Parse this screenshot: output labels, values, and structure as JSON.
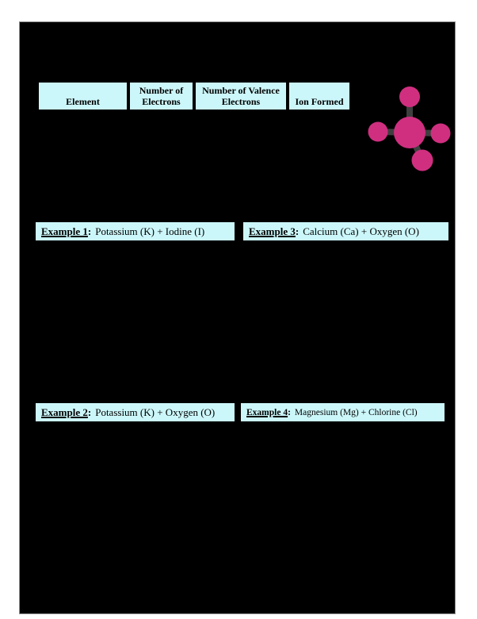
{
  "colors": {
    "page_background": "#000000",
    "canvas_background": "#ffffff",
    "header_cell_fill": "#ccf7fa",
    "example_box_fill": "#ccf7fa",
    "border_color": "#000000",
    "molecule_atom_pink": "#d02f80",
    "molecule_bond_gray": "#3f3f3f"
  },
  "icons": {
    "molecule": "ball-and-stick-molecule-icon"
  },
  "table": {
    "headers": [
      "Element",
      "Number of Electrons",
      "Number of Valence Electrons",
      "Ion Formed"
    ]
  },
  "examples": {
    "separator": ":",
    "items": [
      {
        "label": "Example 1",
        "reaction": "Potassium (K) + Iodine (I)"
      },
      {
        "label": "Example 3",
        "reaction": "Calcium (Ca) + Oxygen (O)"
      },
      {
        "label": "Example 2",
        "reaction": "Potassium (K) + Oxygen (O)"
      },
      {
        "label": "Example 4",
        "reaction": "Magnesium (Mg) + Chlorine (Cl)"
      }
    ]
  }
}
